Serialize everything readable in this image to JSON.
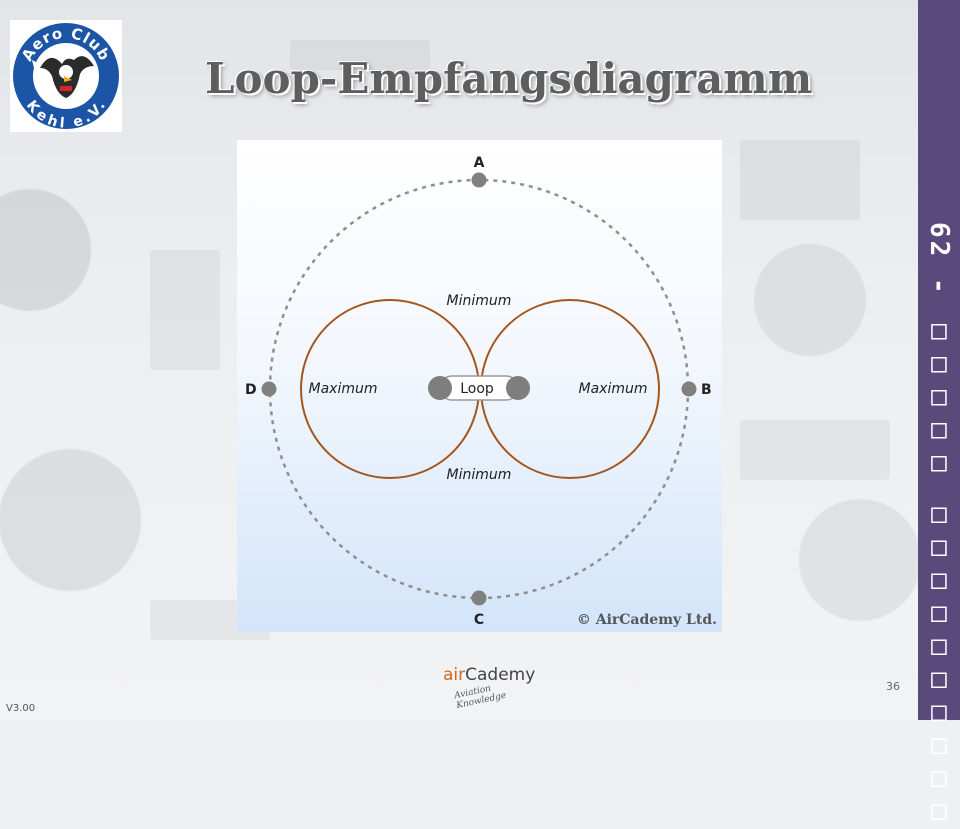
{
  "slide": {
    "title": "Loop-Empfangsdiagramm",
    "sidebar_label": "62 - □□□□□ □□□□□□□□□□",
    "page_number": "36",
    "version": "V3.00"
  },
  "logo": {
    "top_text": "Aero Club",
    "bottom_text": "Kehl e.V.",
    "colors": {
      "ring": "#1c55a6",
      "background": "#ffffff"
    }
  },
  "footer_brand": {
    "name_part1": "air",
    "name_part2": "Cademy",
    "tagline_line1": "Aviation",
    "tagline_line2": "Knowledge"
  },
  "diagram": {
    "points": {
      "top": "A",
      "right": "B",
      "bottom": "C",
      "left": "D"
    },
    "lobe_labels": {
      "minimum_top": "Minimum",
      "minimum_bottom": "Minimum",
      "maximum_left": "Maximum",
      "maximum_right": "Maximum"
    },
    "loop_label": "Loop",
    "copyright": "© AirCademy Ltd.",
    "colors": {
      "lobe": "#a4561e",
      "dashed_circle": "#8e8e8e",
      "marker": "#808080"
    }
  }
}
